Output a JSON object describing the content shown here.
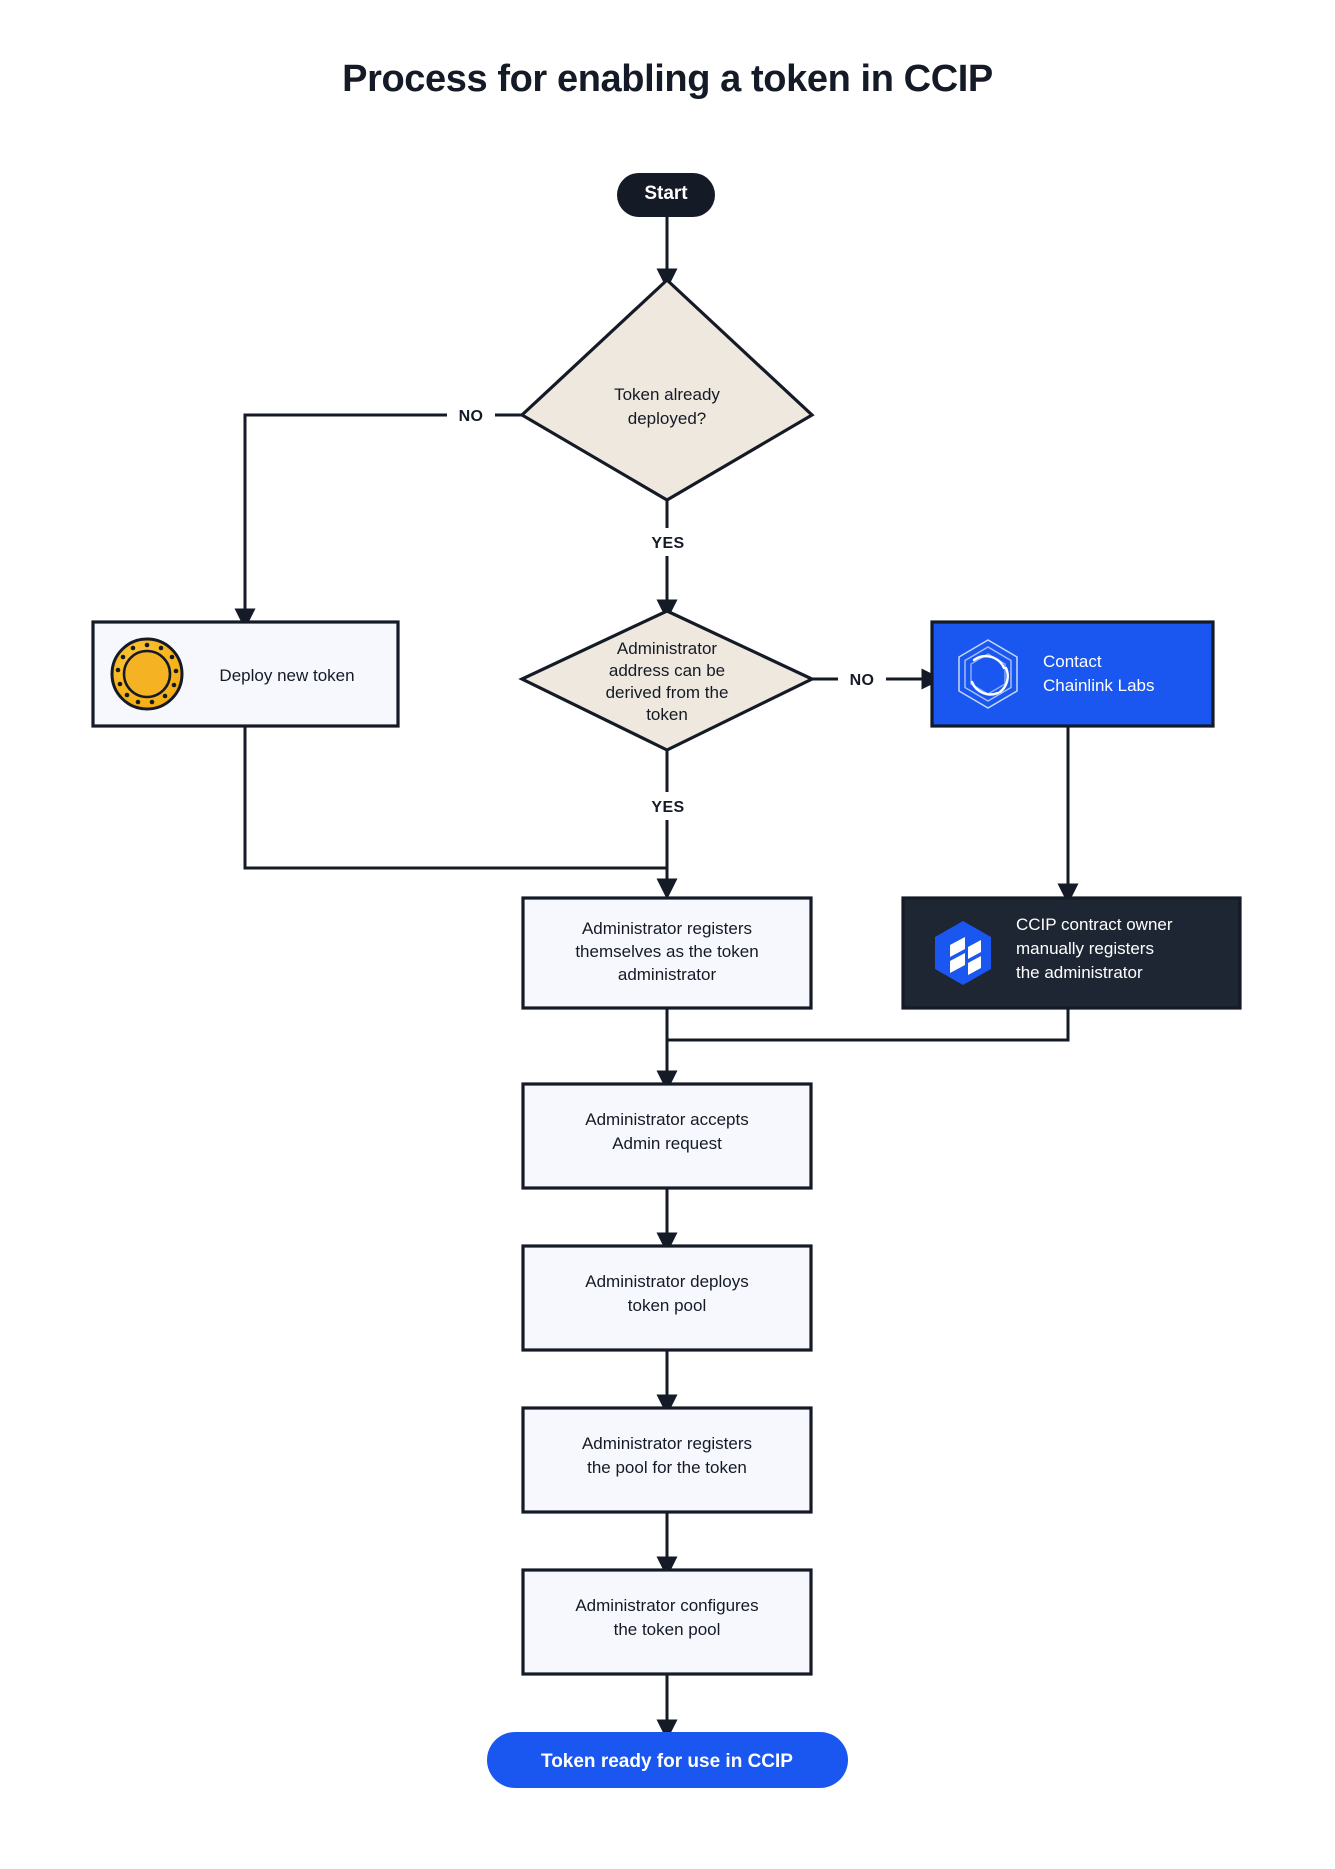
{
  "page": {
    "title": "Process for enabling a token in CCIP",
    "background": "#ffffff"
  },
  "colors": {
    "ink": "#141A26",
    "decision_fill": "#EFE8DE",
    "process_fill": "#F6F8FD",
    "brand_blue": "#1a56f0",
    "dark_navy": "#1E2633",
    "token_gold": "#F5B324"
  },
  "nodes": {
    "start": {
      "label": "Start",
      "type": "terminator"
    },
    "decision_deployed": {
      "label": "Token already deployed?",
      "type": "decision"
    },
    "deploy_new_token": {
      "label": "Deploy new token",
      "type": "process-with-icon",
      "icon": "gold-coin-icon"
    },
    "decision_admin_derived": {
      "label": "Administrator address can be derived from the token",
      "type": "decision"
    },
    "contact_chainlink": {
      "label": "Contact Chainlink Labs",
      "type": "process-brand",
      "icon": "chainlink-logo-icon"
    },
    "ccip_owner_registers": {
      "label": "CCIP contract owner manually registers the administrator",
      "type": "process-dark",
      "icon": "ccip-hex-icon"
    },
    "admin_registers_self": {
      "label": "Administrator registers themselves as the token administrator",
      "type": "process"
    },
    "admin_accepts": {
      "label": "Administrator accepts Admin request",
      "type": "process"
    },
    "admin_deploys_pool": {
      "label": "Administrator deploys token pool",
      "type": "process"
    },
    "admin_registers_pool": {
      "label": "Administrator registers the pool for the token",
      "type": "process"
    },
    "admin_configures_pool": {
      "label": "Administrator configures the token pool",
      "type": "process"
    },
    "end": {
      "label": "Token ready for use in CCIP",
      "type": "terminator-end"
    }
  },
  "node_lines": {
    "decision_deployed": [
      "Token already",
      "deployed?"
    ],
    "decision_admin_derived": [
      "Administrator",
      "address can be",
      "derived from the",
      "token"
    ],
    "contact_chainlink": [
      "Contact",
      "Chainlink Labs"
    ],
    "ccip_owner_registers": [
      "CCIP contract owner",
      "manually registers",
      "the administrator"
    ],
    "admin_registers_self": [
      "Administrator registers",
      "themselves as the token",
      "administrator"
    ],
    "admin_accepts": [
      "Administrator accepts",
      "Admin request"
    ],
    "admin_deploys_pool": [
      "Administrator deploys",
      "token pool"
    ],
    "admin_registers_pool": [
      "Administrator registers",
      "the pool for the token"
    ],
    "admin_configures_pool": [
      "Administrator configures",
      "the token pool"
    ]
  },
  "edge_labels": {
    "deployed_no": "NO",
    "deployed_yes": "YES",
    "admin_no": "NO",
    "admin_yes": "YES"
  }
}
